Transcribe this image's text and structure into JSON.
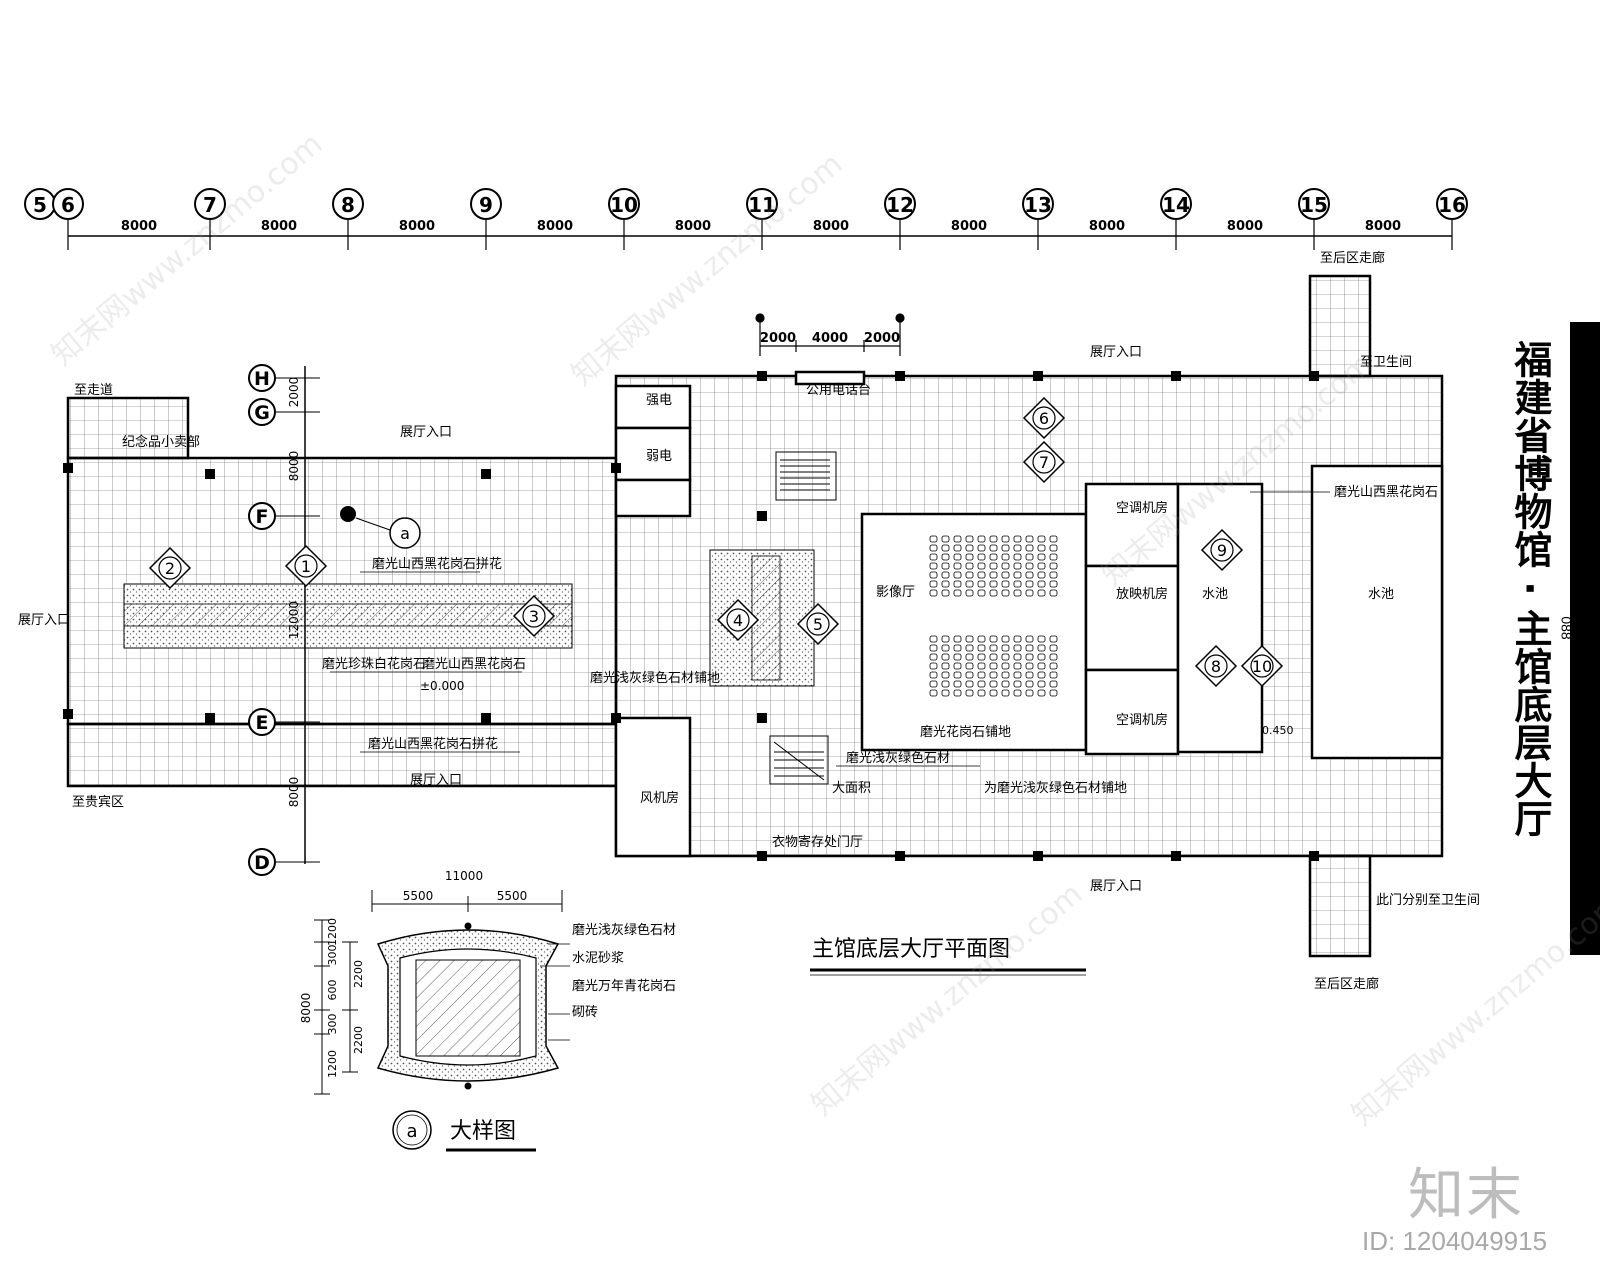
{
  "title_block": {
    "project_title": "福建省博物馆 · 主馆底层大厅",
    "sheet_number": "088"
  },
  "axes": {
    "column_labels": [
      "5",
      "6",
      "7",
      "8",
      "9",
      "10",
      "11",
      "12",
      "13",
      "14",
      "15",
      "16"
    ],
    "span_dims": [
      "8000",
      "8000",
      "8000",
      "8000",
      "8000",
      "8000",
      "8000",
      "8000",
      "8000",
      "8000"
    ],
    "row_labels": [
      "H",
      "G",
      "F",
      "E",
      "D"
    ],
    "row_dims": [
      "2000",
      "8000",
      "12000",
      "8000"
    ],
    "top_sub_dims": [
      "2000",
      "4000",
      "2000"
    ]
  },
  "rooms": {
    "entrance_top_left": "展厅入口",
    "entrance_top_mid": "展厅入口",
    "entrance_left": "展厅入口",
    "entrance_bottom_left": "展厅入口",
    "entrance_bottom_right": "展厅入口",
    "corridor_left": "至走道",
    "souvenir": "纪念品小卖部",
    "vip_area": "至贵宾区",
    "public_phone": "公用电话台",
    "strong_power": "强电",
    "weak_power": "弱电",
    "cinema": "影像厅",
    "ac_room_1": "空调机房",
    "ac_room_2": "空调机房",
    "projector_room": "放映机房",
    "pool_1": "水池",
    "pool_2": "水池",
    "fan_room": "风机房",
    "to_back_corridor_top": "至后区走廊",
    "to_back_corridor_bottom": "至后区走廊",
    "to_restroom": "至卫生间",
    "restroom_split": "此门分别至卫生间",
    "cloakroom": "衣物寄存处门厅"
  },
  "materials": {
    "m1": "磨光山西黑花岗石拼花",
    "m2": "磨光珍珠白花岗石",
    "m3": "磨光山西黑花岗石",
    "m4": "磨光山西黑花岗石拼花",
    "m5": "磨光浅灰绿色石材铺地",
    "m6": "磨光浅灰绿色石材",
    "m7": "为磨光浅灰绿色石材铺地",
    "m8": "磨光山西黑花岗石",
    "m9": "磨光花岗石铺地",
    "area_label": "大面积",
    "elevation": "0.450",
    "elevation_main": "±0.000"
  },
  "markers": [
    "1",
    "2",
    "3",
    "4",
    "5",
    "6",
    "7",
    "8",
    "9",
    "10"
  ],
  "callout_letter": "a",
  "plan_title": "主馆底层大厅平面图",
  "detail": {
    "title_letter": "a",
    "title": "大样图",
    "top_total": "11000",
    "top_half_1": "5500",
    "top_half_2": "5500",
    "left_total": "8000",
    "left_dims": [
      "1200",
      "300",
      "600",
      "300",
      "1200"
    ],
    "inner_dims": [
      "2200",
      "2200"
    ],
    "labels": [
      "磨光浅灰绿色石材",
      "水泥砂浆",
      "磨光万年青花岗石",
      "砌砖"
    ]
  },
  "branding": {
    "logo_text": "知末",
    "image_id": "ID: 1204049915",
    "watermark": "知末网www.znzmo.com"
  }
}
